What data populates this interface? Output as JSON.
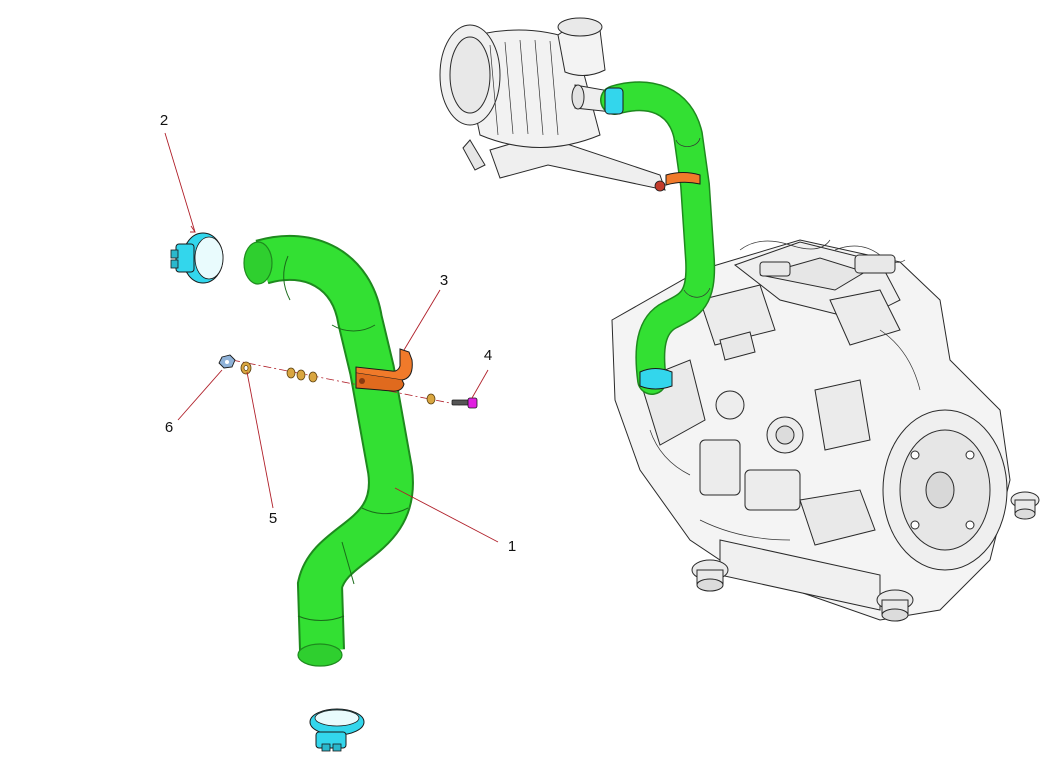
{
  "colors": {
    "hose": "#33e033",
    "hose_edge": "#1e8a1e",
    "clamp": "#33d6ec",
    "bracket": "#f07a2a",
    "bolt": "#e020e0",
    "washer": "#d9a640",
    "engine_line": "#2a2a2a",
    "leader": "#b0202a"
  },
  "callouts": [
    {
      "id": "1",
      "label": "1",
      "part": "hose"
    },
    {
      "id": "2",
      "label": "2",
      "part": "clamp"
    },
    {
      "id": "3",
      "label": "3",
      "part": "bracket"
    },
    {
      "id": "4",
      "label": "4",
      "part": "bolt"
    },
    {
      "id": "5",
      "label": "5",
      "part": "washer"
    },
    {
      "id": "6",
      "label": "6",
      "part": "nut"
    }
  ]
}
